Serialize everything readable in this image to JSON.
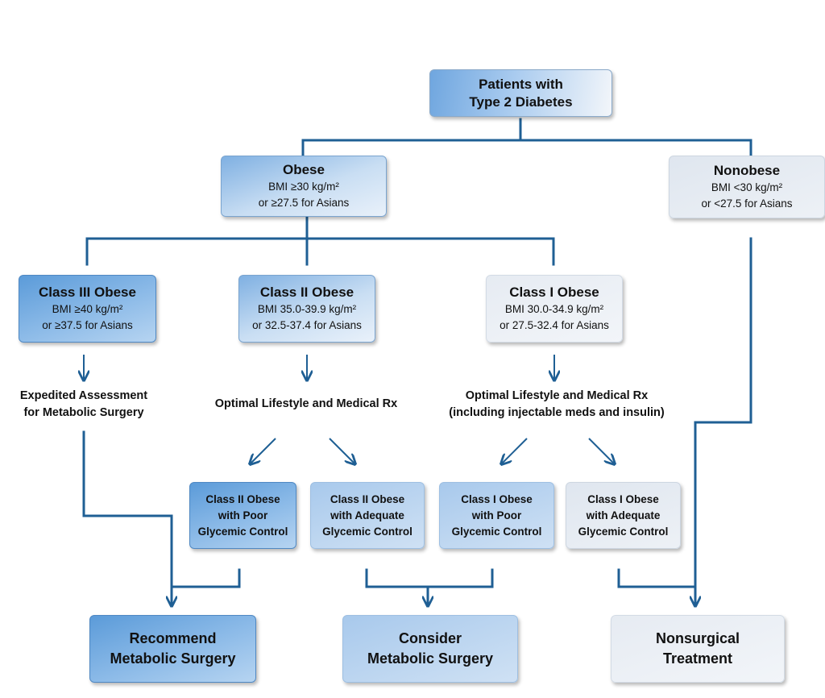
{
  "nodes": {
    "root": {
      "line1": "Patients with",
      "line2": "Type 2 Diabetes"
    },
    "obese": {
      "title": "Obese",
      "line1": "BMI ≥30 kg/m²",
      "line2": "or ≥27.5 for Asians"
    },
    "nonobese": {
      "title": "Nonobese",
      "line1": "BMI <30 kg/m²",
      "line2": "or <27.5 for Asians"
    },
    "class3": {
      "title": "Class III Obese",
      "line1": "BMI ≥40 kg/m²",
      "line2": "or ≥37.5 for Asians"
    },
    "class2": {
      "title": "Class II Obese",
      "line1": "BMI 35.0-39.9 kg/m²",
      "line2": "or 32.5-37.4 for Asians"
    },
    "class1": {
      "title": "Class I Obese",
      "line1": "BMI 30.0-34.9 kg/m²",
      "line2": "or 27.5-32.4 for Asians"
    },
    "c2_poor": {
      "line1": "Class II Obese",
      "line2": "with Poor",
      "line3": "Glycemic Control"
    },
    "c2_adequate": {
      "line1": "Class II Obese",
      "line2": "with Adequate",
      "line3": "Glycemic Control"
    },
    "c1_poor": {
      "line1": "Class I Obese",
      "line2": "with Poor",
      "line3": "Glycemic Control"
    },
    "c1_adequate": {
      "line1": "Class I Obese",
      "line2": "with Adequate",
      "line3": "Glycemic Control"
    },
    "recommend": {
      "line1": "Recommend",
      "line2": "Metabolic Surgery"
    },
    "consider": {
      "line1": "Consider",
      "line2": "Metabolic Surgery"
    },
    "nonsurgical": {
      "line1": "Nonsurgical",
      "line2": "Treatment"
    }
  },
  "labels": {
    "expedited": {
      "line1": "Expedited Assessment",
      "line2": "for Metabolic Surgery"
    },
    "optimal_c2": {
      "line1": "Optimal Lifestyle and Medical Rx"
    },
    "optimal_c1": {
      "line1": "Optimal Lifestyle and Medical Rx",
      "line2": "(including injectable meds and insulin)"
    }
  },
  "colors": {
    "connector": "#1f5f94"
  }
}
